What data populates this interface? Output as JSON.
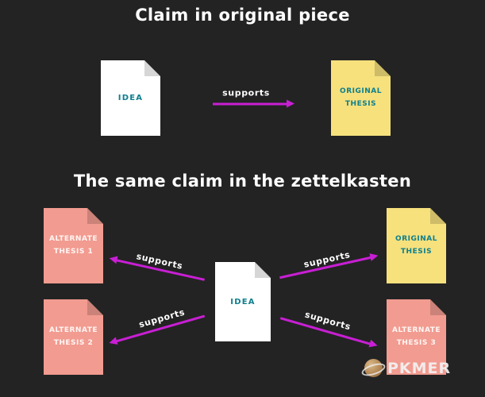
{
  "colors": {
    "background": "#232323",
    "arrow": "#c81fd4",
    "teal": "#0e7f8e",
    "yellow_doc": "#f6e17d",
    "salmon_doc": "#f29b90",
    "white_doc": "#ffffff"
  },
  "section1": {
    "title": "Claim in original piece",
    "docs": [
      {
        "id": "idea",
        "label": "IDEA",
        "color": "white"
      },
      {
        "id": "original-thesis",
        "label": "ORIGINAL THESIS",
        "color": "yellow"
      }
    ],
    "arrow": {
      "from": "idea",
      "to": "original-thesis",
      "label": "supports"
    }
  },
  "section2": {
    "title": "The same claim in the zettelkasten",
    "center_doc": {
      "id": "idea",
      "label": "IDEA",
      "color": "white"
    },
    "docs": [
      {
        "id": "alternate-thesis-1",
        "label": "ALTERNATE THESIS 1",
        "color": "salmon"
      },
      {
        "id": "alternate-thesis-2",
        "label": "ALTERNATE THESIS 2",
        "color": "salmon"
      },
      {
        "id": "original-thesis",
        "label": "ORIGINAL THESIS",
        "color": "yellow"
      },
      {
        "id": "alternate-thesis-3",
        "label": "ALTERNATE THESIS 3",
        "color": "salmon"
      }
    ],
    "arrows": [
      {
        "from": "idea",
        "to": "alternate-thesis-1",
        "label": "supports"
      },
      {
        "from": "idea",
        "to": "alternate-thesis-2",
        "label": "supports"
      },
      {
        "from": "idea",
        "to": "original-thesis",
        "label": "supports"
      },
      {
        "from": "idea",
        "to": "alternate-thesis-3",
        "label": "supports"
      }
    ]
  },
  "watermark": {
    "text": "PKMER"
  }
}
